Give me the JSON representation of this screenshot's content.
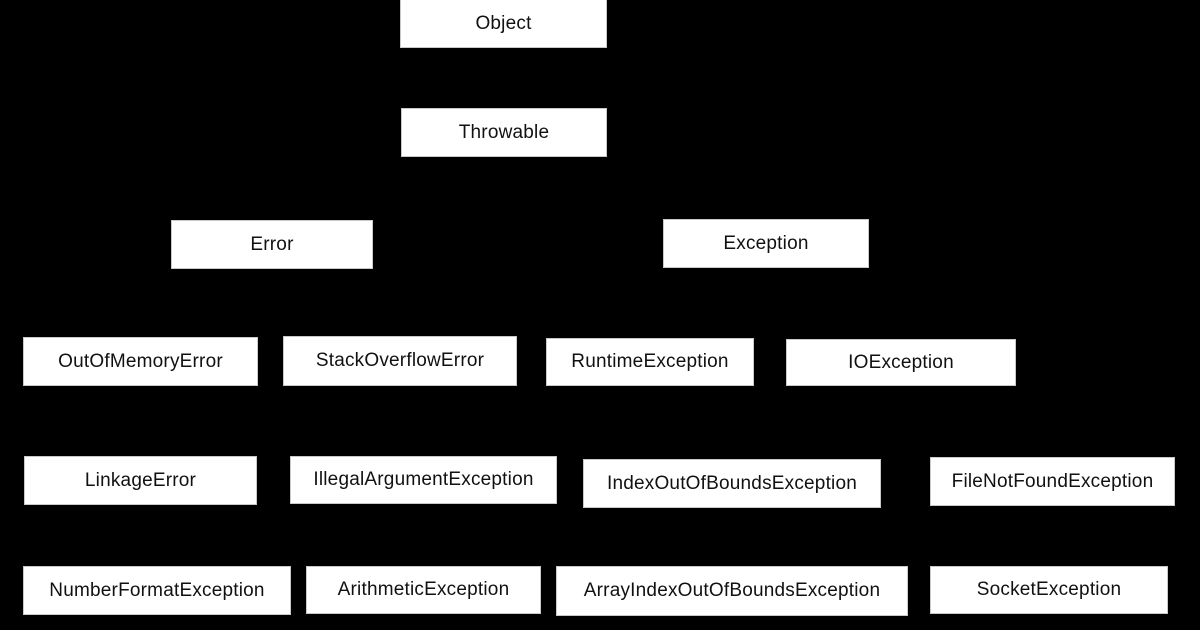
{
  "diagram": {
    "kind": "class-hierarchy",
    "colors": {
      "background": "#000000",
      "box_fill": "#ffffff",
      "box_edge": "#c9c9c9",
      "box_text": "#111111"
    },
    "nodes": {
      "object": {
        "label": "Object"
      },
      "throwable": {
        "label": "Throwable"
      },
      "error": {
        "label": "Error"
      },
      "exception": {
        "label": "Exception"
      },
      "out_of_memory_error": {
        "label": "OutOfMemoryError"
      },
      "stack_overflow_error": {
        "label": "StackOverflowError"
      },
      "runtime_exception": {
        "label": "RuntimeException"
      },
      "io_exception": {
        "label": "IOException"
      },
      "linkage_error": {
        "label": "LinkageError"
      },
      "illegal_argument_exception": {
        "label": "IllegalArgumentException"
      },
      "index_out_of_bounds_exception": {
        "label": "IndexOutOfBoundsException"
      },
      "file_not_found_exception": {
        "label": "FileNotFoundException"
      },
      "number_format_exception": {
        "label": "NumberFormatException"
      },
      "arithmetic_exception": {
        "label": "ArithmeticException"
      },
      "array_index_out_of_bounds_exception": {
        "label": "ArrayIndexOutOfBoundsException"
      },
      "socket_exception": {
        "label": "SocketException"
      }
    }
  }
}
